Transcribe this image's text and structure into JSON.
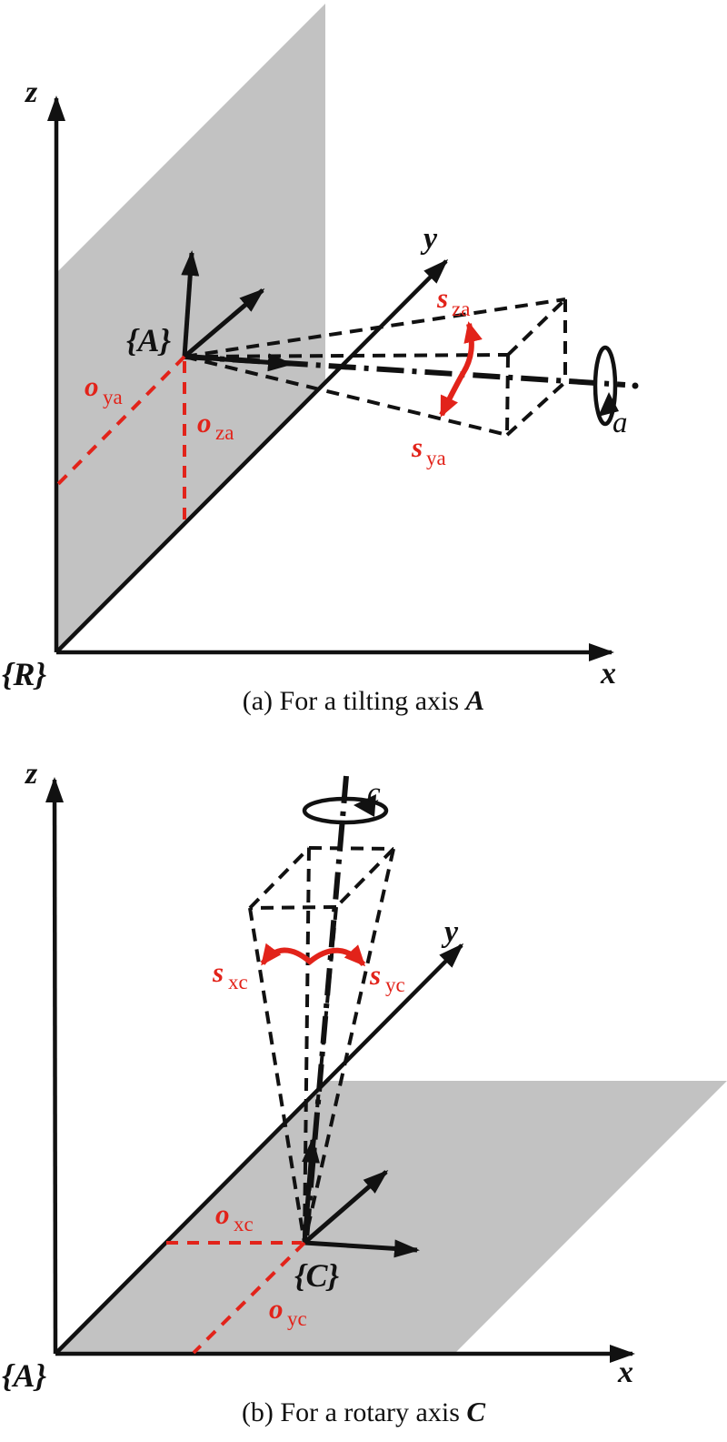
{
  "colors": {
    "red": "#e2231a",
    "gray": "#c2c2c2",
    "ink": "#111111"
  },
  "figure_a": {
    "caption_prefix": "(a) For a tilting axis ",
    "caption_axis": "A",
    "axis_labels": {
      "x": "x",
      "y": "y",
      "z": "z"
    },
    "frame_labels": {
      "reference": "{R}",
      "moving": "{A}"
    },
    "rotation_axis_label": "a",
    "error_labels": {
      "o_ya": {
        "base": "o",
        "sub": "ya"
      },
      "o_za": {
        "base": "o",
        "sub": "za"
      },
      "s_za": {
        "base": "s",
        "sub": "za"
      },
      "s_ya": {
        "base": "s",
        "sub": "ya"
      }
    }
  },
  "figure_b": {
    "caption_prefix": "(b) For a rotary axis ",
    "caption_axis": "C",
    "axis_labels": {
      "x": "x",
      "y": "y",
      "z": "z"
    },
    "frame_labels": {
      "reference": "{A}",
      "moving": "{C}"
    },
    "rotation_axis_label": "c",
    "error_labels": {
      "o_xc": {
        "base": "o",
        "sub": "xc"
      },
      "o_yc": {
        "base": "o",
        "sub": "yc"
      },
      "s_xc": {
        "base": "s",
        "sub": "xc"
      },
      "s_yc": {
        "base": "s",
        "sub": "yc"
      }
    }
  }
}
